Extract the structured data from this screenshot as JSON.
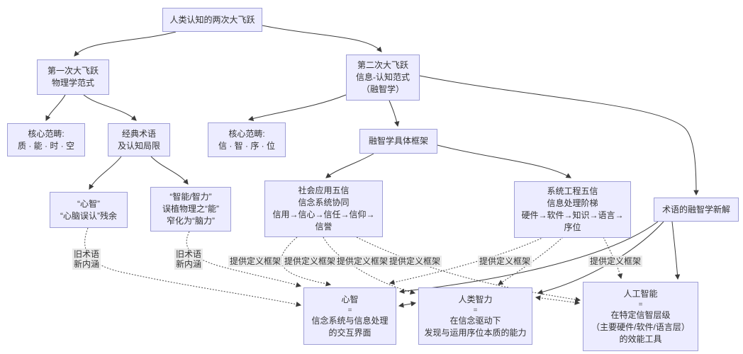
{
  "diagram": {
    "type": "flowchart",
    "colors": {
      "node_fill": "#ECECFF",
      "node_border": "#9F9FD6",
      "edge_solid": "#3B3B3B",
      "edge_dotted": "#4A4A4A",
      "label_bg": "#E8E8E8",
      "text": "#333333",
      "background": "#FFFFFF"
    }
  },
  "nodes": {
    "root": {
      "lines": [
        "人类认知的两次大飞跃"
      ]
    },
    "first_leap": {
      "lines": [
        "第一次大飞跃",
        "物理学范式"
      ]
    },
    "second_leap": {
      "lines": [
        "第二次大飞跃",
        "信息-认知范式",
        "（融智学）"
      ]
    },
    "physics_core": {
      "lines": [
        "核心范畴:",
        "质 · 能 · 时 · 空"
      ]
    },
    "classic_terms": {
      "lines": [
        "经典术语",
        "及认知局限"
      ]
    },
    "info_core": {
      "lines": [
        "核心范畴:",
        "信 · 智 · 序 · 位"
      ]
    },
    "framework": {
      "lines": [
        "融智学具体框架"
      ]
    },
    "mind_old": {
      "lines": [
        "“心智”",
        "“心脑误认”残余"
      ]
    },
    "intel_old": {
      "lines": [
        "“智能/智力”",
        "误植物理之“能”",
        "窄化为“脑力”"
      ]
    },
    "social_five": {
      "lines": [
        "社会应用五信",
        "信念系统协同",
        "信用→信心→信任→信仰→",
        "信誉"
      ]
    },
    "system_five": {
      "lines": [
        "系统工程五信",
        "信息处理阶梯",
        "硬件→软件→知识→语言→",
        "序位"
      ]
    },
    "new_terms": {
      "lines": [
        "术语的融智学新解"
      ]
    },
    "mind_new": {
      "lines": [
        "心智",
        "=",
        "信念系统与信息处理",
        "的交互界面"
      ]
    },
    "human_intel": {
      "lines": [
        "人类智力",
        "=",
        "在信念驱动下",
        "发现与运用序位本质的能力"
      ]
    },
    "ai": {
      "lines": [
        "人工智能",
        "=",
        "在特定信智层级",
        "（主要硬件/软件/语言层）",
        "的效能工具"
      ]
    }
  },
  "edge_labels": {
    "old_term_1": {
      "lines": [
        "旧术语",
        "新内涵"
      ]
    },
    "old_term_2": {
      "lines": [
        "旧术语",
        "新内涵"
      ]
    },
    "def_labels": [
      "提供定义框架",
      "提供定义框架",
      "提供定义框架",
      "提供定义框架",
      "提供定义框架",
      "提供定义框架"
    ]
  }
}
